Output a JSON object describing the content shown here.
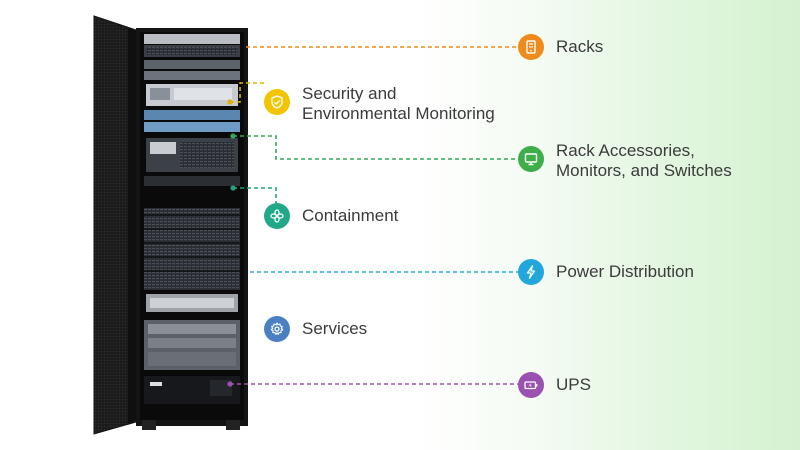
{
  "diagram": {
    "components": [
      {
        "id": "racks",
        "label_lines": [
          "Racks"
        ],
        "icon": "server-icon",
        "color": "#ef8a1d",
        "line_color": "#ef8a1d"
      },
      {
        "id": "security",
        "label_lines": [
          "Security and",
          "Environmental Monitoring"
        ],
        "icon": "shield-check-icon",
        "color": "#f2c500",
        "line_color": "#e0b400"
      },
      {
        "id": "accessories",
        "label_lines": [
          "Rack Accessories,",
          "Monitors, and Switches"
        ],
        "icon": "monitor-icon",
        "color": "#3dae4a",
        "line_color": "#34a853"
      },
      {
        "id": "containment",
        "label_lines": [
          "Containment"
        ],
        "icon": "fan-icon",
        "color": "#20a888",
        "line_color": "#1fa37f"
      },
      {
        "id": "power",
        "label_lines": [
          "Power Distribution"
        ],
        "icon": "lightning-icon",
        "color": "#22a7dc",
        "line_color": "#2aa9e0"
      },
      {
        "id": "services",
        "label_lines": [
          "Services"
        ],
        "icon": "gear-icon",
        "color": "#4a7fc1",
        "line_color": "#4a7fc1"
      },
      {
        "id": "ups",
        "label_lines": [
          "UPS"
        ],
        "icon": "battery-icon",
        "color": "#9b51b0",
        "line_color": "#9b51b0"
      }
    ]
  }
}
